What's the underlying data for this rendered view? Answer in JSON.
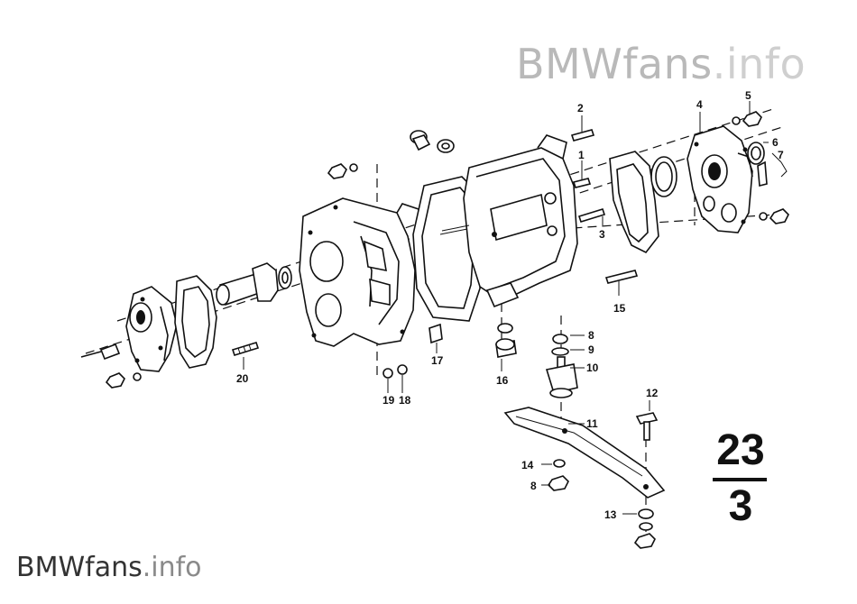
{
  "watermark": {
    "top_main": "BMWfans",
    "top_suffix": ".info",
    "bottom_main": "BMWfans",
    "bottom_suffix": ".info"
  },
  "group": {
    "main": "23",
    "sub": "3"
  },
  "callouts": {
    "n1": "1",
    "n2": "2",
    "n3": "3",
    "n4": "4",
    "n5": "5",
    "n6": "6",
    "n7": "7",
    "n8a": "8",
    "n8b": "8",
    "n9": "9",
    "n10": "10",
    "n11": "11",
    "n12": "12",
    "n13": "13",
    "n14": "14",
    "n15": "15",
    "n16": "16",
    "n17": "17",
    "n18": "18",
    "n19": "19",
    "n20": "20"
  }
}
